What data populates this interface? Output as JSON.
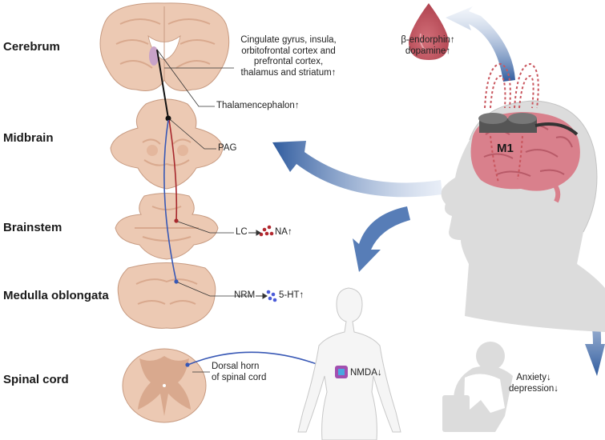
{
  "regions": {
    "cerebrum": "Cerebrum",
    "midbrain": "Midbrain",
    "brainstem": "Brainstem",
    "medulla": "Medulla oblongata",
    "spinal_cord": "Spinal cord"
  },
  "annotations": {
    "cortex_lines": [
      "Cingulate gyrus, insula,",
      "orbitofrontal cortex and",
      "prefrontal cortex,",
      "thalamus and striatum↑"
    ],
    "thalamencephalon": "Thalamencephalon↑",
    "pag": "PAG",
    "lc": "LC",
    "na": "NA↑",
    "nrm": "NRM",
    "ht": "5-HT↑",
    "dorsal_horn_lines": [
      "Dorsal horn",
      "of spinal cord"
    ],
    "nmda": "NMDA↓",
    "blood_lines": [
      "β-endorphin↑",
      "dopamine↑"
    ],
    "m1": "M1",
    "mood_lines": [
      "Anxiety↓",
      "depression↓"
    ]
  },
  "colors": {
    "tissue": "#ecc9b3",
    "tissue_dark": "#d9a98e",
    "tissue_outline": "#c79a80",
    "arrow_blue": "#2f5b9e",
    "pathway_red": "#a7282d",
    "pathway_blue": "#3858b5",
    "brain_pink": "#d9808c",
    "blood": "#c0545e",
    "skin": "#dcdcdc"
  },
  "icons": [
    "brain-coronal-section",
    "midbrain-section",
    "brainstem-section",
    "medulla-section",
    "spinal-cord-section",
    "blood-drop",
    "tms-coil",
    "head-silhouette",
    "body-outline",
    "distressed-person"
  ]
}
